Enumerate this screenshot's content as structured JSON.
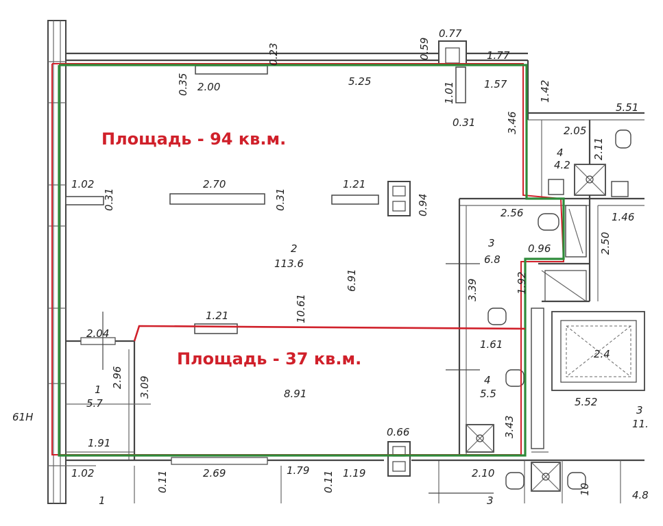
{
  "areas": {
    "big": "Площадь - 94 кв.м.",
    "small": "Площадь - 37 кв.м."
  },
  "colors": {
    "outline_green": "#2e8b3a",
    "outline_red": "#d0202a",
    "walls": "#444444"
  },
  "dims": {
    "d_0_77": "0.77",
    "d_0_59": "0.59",
    "d_0_23": "0.23",
    "d_1_77": "1.77",
    "d_0_35": "0.35",
    "d_2_00": "2.00",
    "d_5_25": "5.25",
    "d_1_01": "1.01",
    "d_1_57": "1.57",
    "d_1_42": "1.42",
    "d_0_31_top": "0.31",
    "d_3_46": "3.46",
    "d_5_51": "5.51",
    "d_2_05": "2.05",
    "d_2_11": "2.11",
    "room4_top_num": "4",
    "room4_top_area": "4.2",
    "d_1_02": "1.02",
    "d_0_31_left": "0.31",
    "d_2_70": "2.70",
    "d_0_31_mid": "0.31",
    "d_1_21_top": "1.21",
    "d_0_94": "0.94",
    "d_2_56": "2.56",
    "d_1_46": "1.46",
    "d_2_50": "2.50",
    "room3_num": "3",
    "room3_area": "6.8",
    "d_0_96": "0.96",
    "room2_num": "2",
    "room2_area": "113.6",
    "d_6_91": "6.91",
    "d_3_39": "3.39",
    "d_1_92": "1.92",
    "d_10_61": "10.61",
    "d_1_21_mid": "1.21",
    "d_2_04": "2.04",
    "d_1_61": "1.61",
    "room4_right_area": "2.4",
    "d_2_96": "2.96",
    "d_3_09": "3.09",
    "room1_num": "1",
    "room1_area": "5.7",
    "d_8_91": "8.91",
    "room4_mid_num": "4",
    "room4_mid_area": "5.5",
    "d_5_52": "5.52",
    "d_61H": "61Н",
    "room3_right_num": "3",
    "room3_right_area": "11.",
    "d_0_66": "0.66",
    "d_3_43": "3.43",
    "d_1_91": "1.91",
    "d_1_02_bottom": "1.02",
    "d_0_11_a": "0.11",
    "d_2_69": "2.69",
    "d_1_79": "1.79",
    "d_0_11_b": "0.11",
    "d_1_19": "1.19",
    "d_2_10": "2.10",
    "d_10": "10",
    "d_4_8": "4.8",
    "bottom_1": "1",
    "bottom_3": "3"
  }
}
